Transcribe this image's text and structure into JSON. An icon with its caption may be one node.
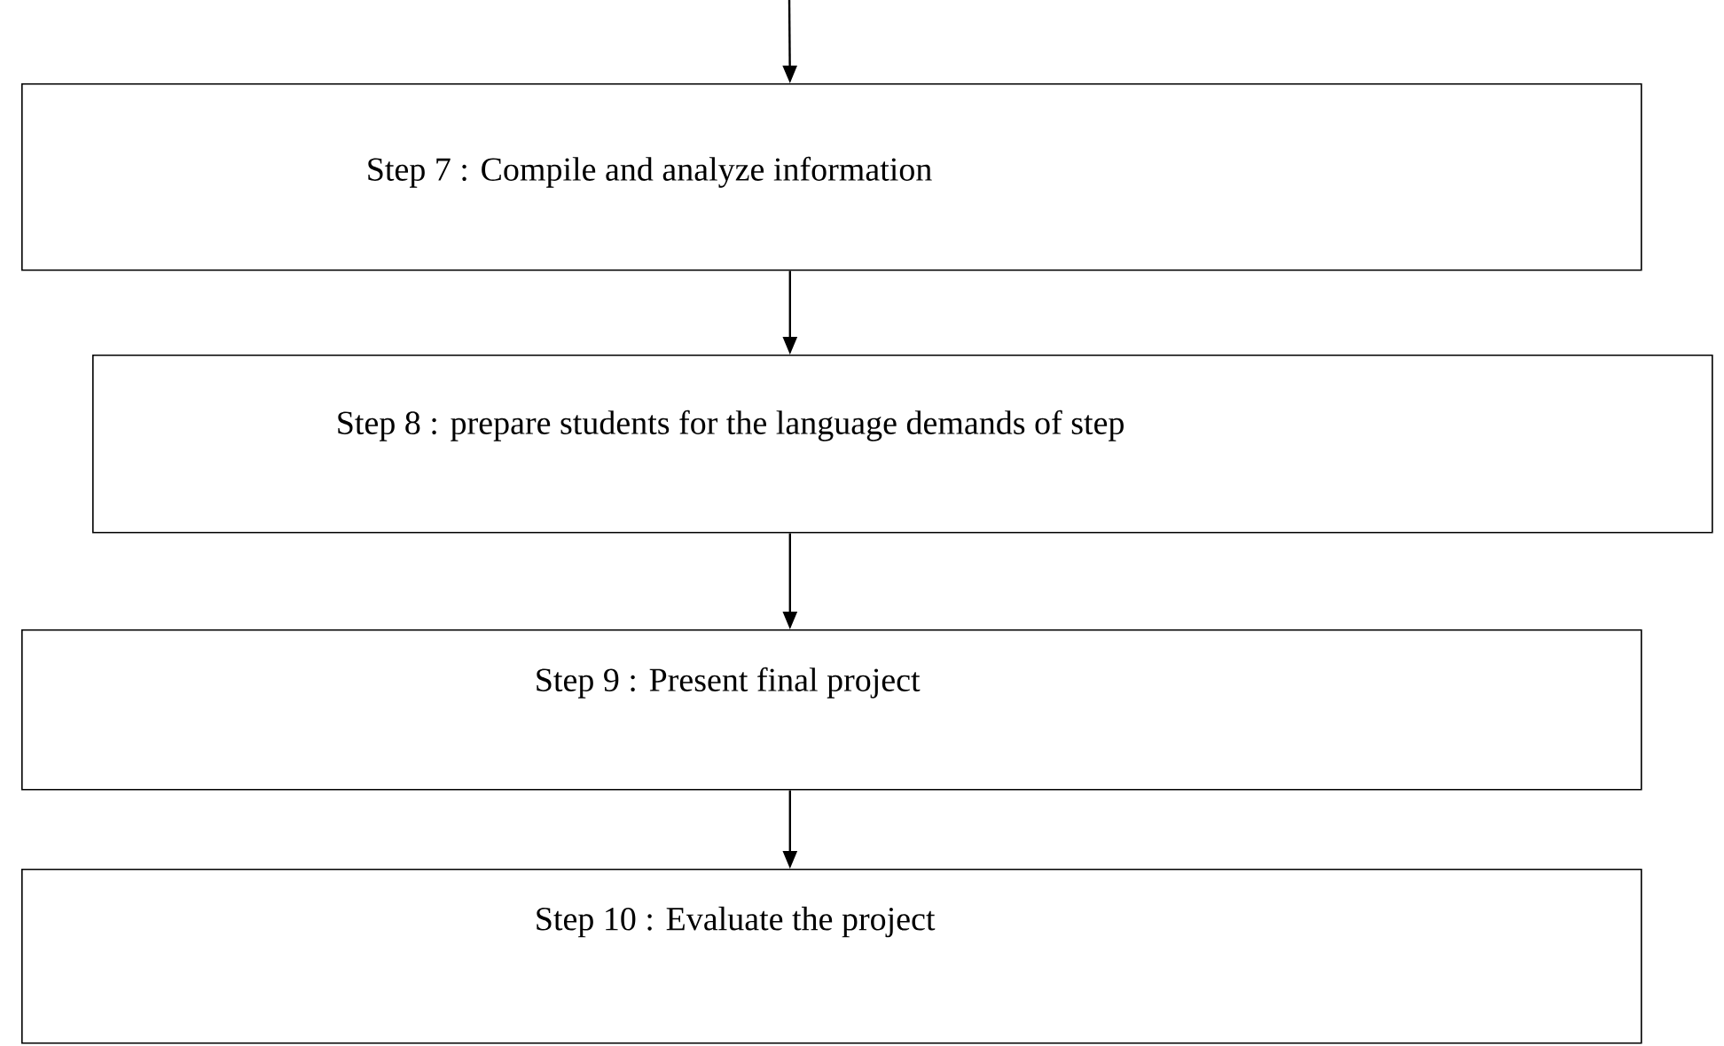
{
  "diagram": {
    "nodes": [
      {
        "text": [
          "Step 7 : Compile and analyze information"
        ]
      },
      {
        "text": [
          "Step 8 : prepare students for the language demands of step"
        ]
      },
      {
        "text": [
          "Step 9 : Present final project"
        ]
      },
      {
        "text": [
          "Step 10 : Evaluate the project"
        ]
      }
    ],
    "edges": [
      {
        "from": null,
        "to": 0,
        "arrow": "to"
      },
      {
        "from": 0,
        "to": 1,
        "arrow": "to"
      },
      {
        "from": 1,
        "to": 2,
        "arrow": "to"
      },
      {
        "from": 2,
        "to": 3,
        "arrow": "to"
      }
    ]
  }
}
